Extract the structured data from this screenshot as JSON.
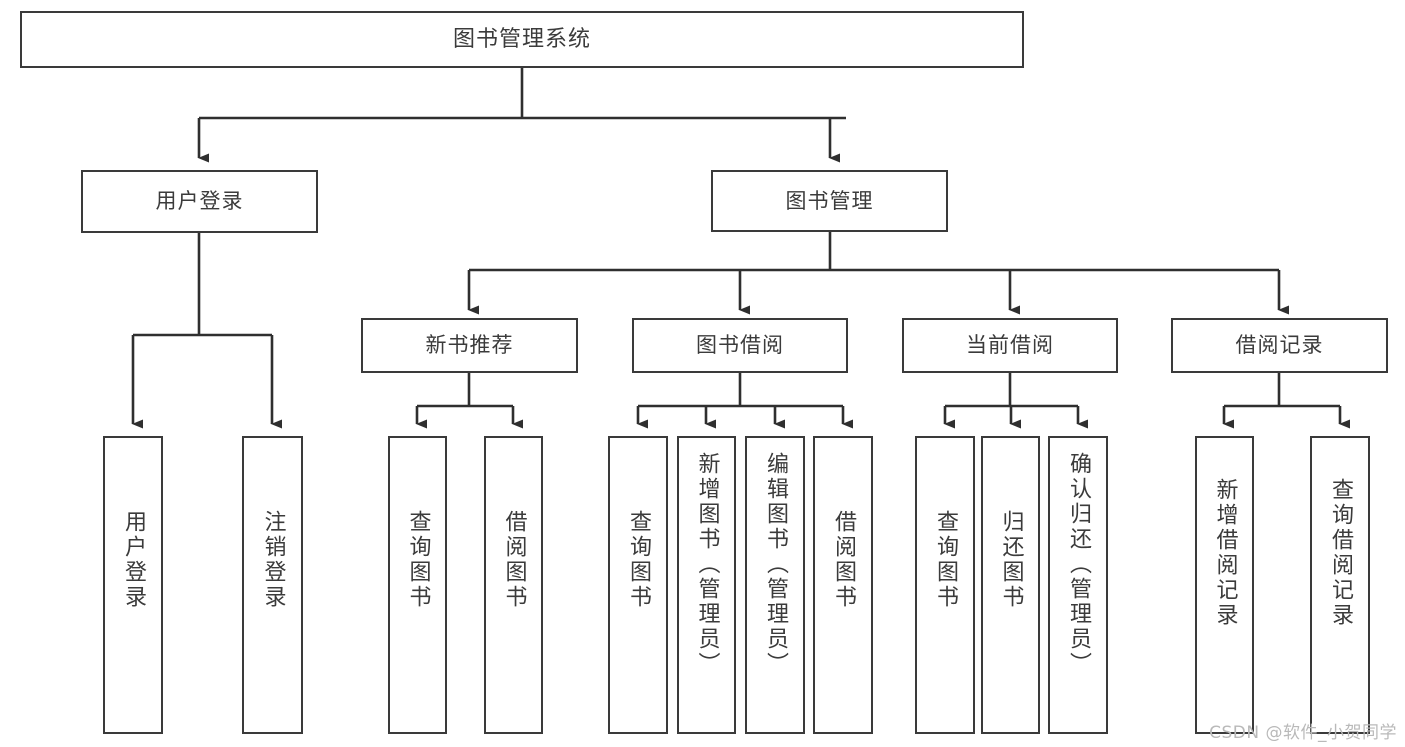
{
  "diagram": {
    "type": "hierarchy-tree",
    "title": "图书管理系统",
    "root": {
      "label": "图书管理系统"
    },
    "level1": [
      {
        "label": "用户登录"
      },
      {
        "label": "图书管理"
      }
    ],
    "level2": [
      {
        "label": "新书推荐"
      },
      {
        "label": "图书借阅"
      },
      {
        "label": "当前借阅"
      },
      {
        "label": "借阅记录"
      }
    ],
    "leaves": {
      "user_login": [
        {
          "label": "用户登录"
        },
        {
          "label": "注销登录"
        }
      ],
      "new_book_recommend": [
        {
          "label": "查询图书"
        },
        {
          "label": "借阅图书"
        }
      ],
      "book_borrow": [
        {
          "label": "查询图书"
        },
        {
          "label": "新增图书（管理员）"
        },
        {
          "label": "编辑图书（管理员）"
        },
        {
          "label": "借阅图书"
        }
      ],
      "current_borrow": [
        {
          "label": "查询图书"
        },
        {
          "label": "归还图书"
        },
        {
          "label": "确认归还（管理员）"
        }
      ],
      "borrow_record": [
        {
          "label": "新增借阅记录"
        },
        {
          "label": "查询借阅记录"
        }
      ]
    }
  },
  "watermark": {
    "text": "CSDN @软件_小贺同学"
  },
  "colors": {
    "border": "#3a3a3a",
    "text": "#3b3b3b",
    "background": "#ffffff",
    "watermark": "#b9b9b9"
  }
}
